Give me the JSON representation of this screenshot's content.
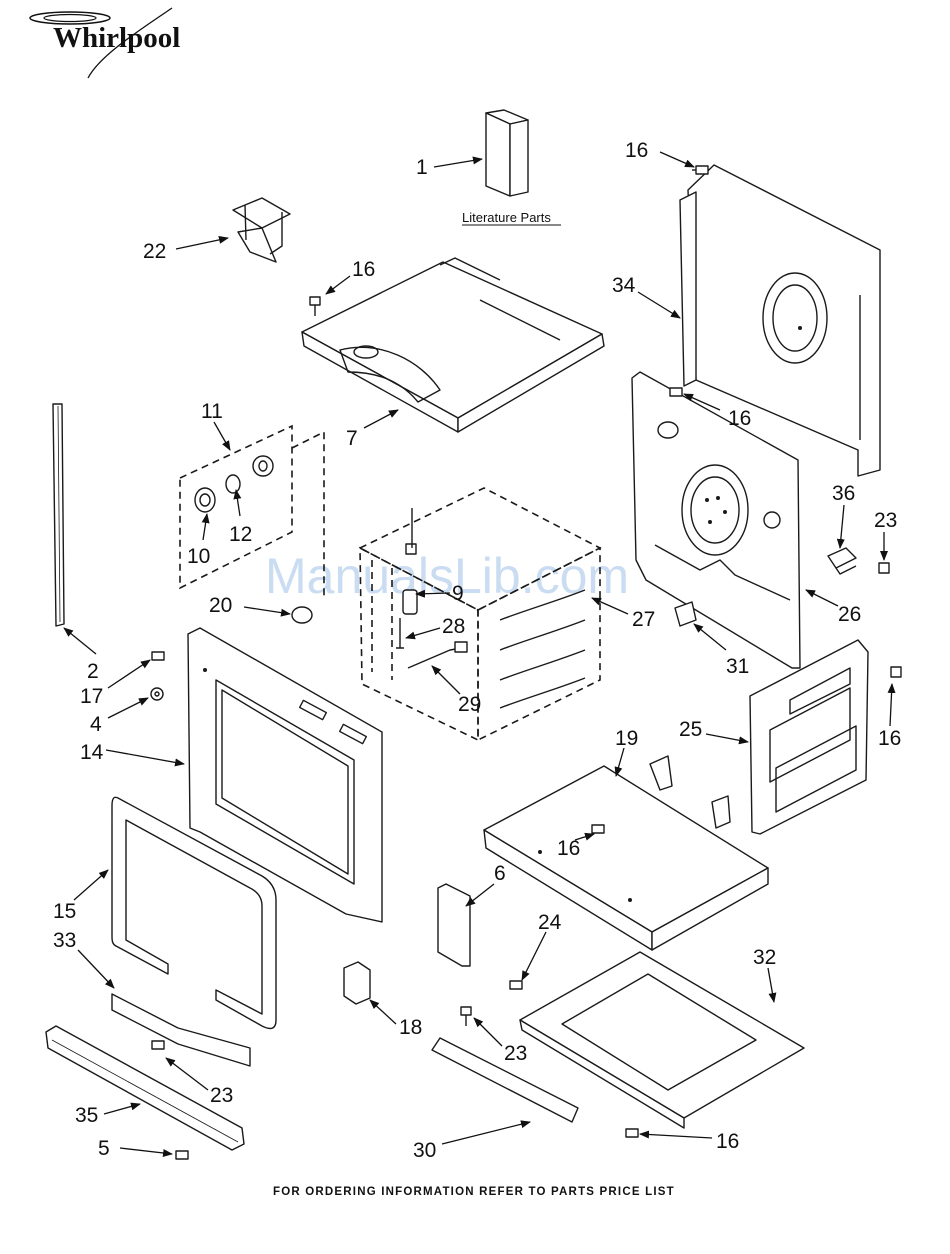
{
  "brand": {
    "name": "Whirlpool"
  },
  "watermark": "ManualsLib.com",
  "literature_label": "Literature Parts",
  "footer": "FOR ORDERING INFORMATION REFER TO PARTS PRICE LIST",
  "callouts": {
    "c1": "1",
    "c16a": "16",
    "c22": "22",
    "c16b": "16",
    "c34": "34",
    "c16c": "16",
    "c7": "7",
    "c11": "11",
    "c12": "12",
    "c10": "10",
    "c20": "20",
    "c9": "9",
    "c28": "28",
    "c27": "27",
    "c36": "36",
    "c23a": "23",
    "c26": "26",
    "c31": "31",
    "c2": "2",
    "c17": "17",
    "c4": "4",
    "c14": "14",
    "c29": "29",
    "c25": "25",
    "c16d": "16",
    "c19": "19",
    "c16e": "16",
    "c15": "15",
    "c6": "6",
    "c33": "33",
    "c24": "24",
    "c32": "32",
    "c18": "18",
    "c23b": "23",
    "c23c": "23",
    "c35": "35",
    "c5": "5",
    "c30": "30",
    "c16f": "16"
  }
}
